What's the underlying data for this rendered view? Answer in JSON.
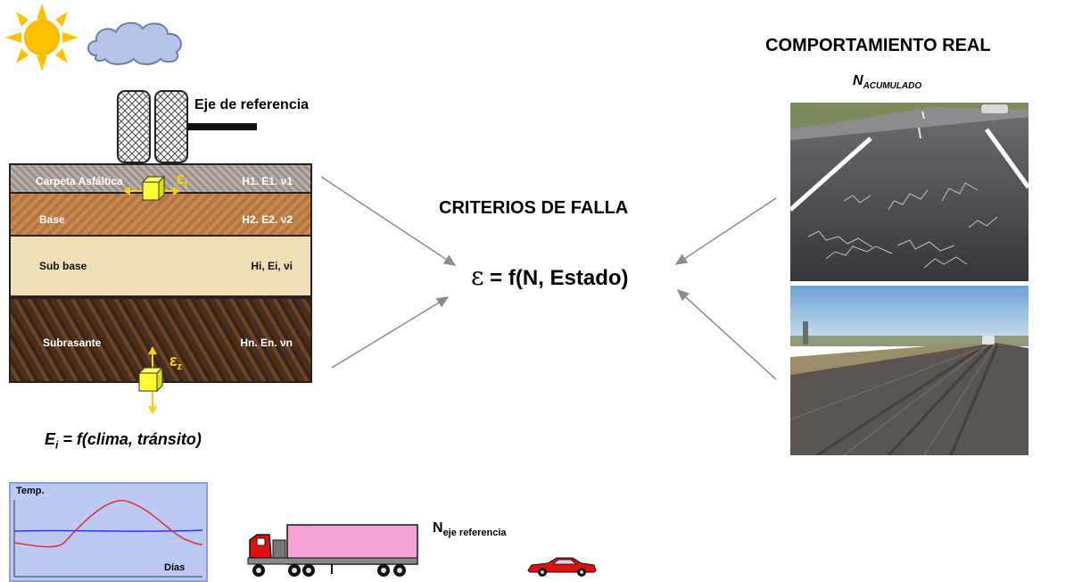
{
  "weather": {
    "sun_icon": "sun-icon",
    "cloud_icon": "cloud-icon"
  },
  "axle": {
    "label": "Eje de referencia",
    "icon": "dual-tire-icon"
  },
  "layers": [
    {
      "name": "Carpeta Asfáltica",
      "params": "H1. E1. ν1"
    },
    {
      "name": "Base",
      "params": "H2. E2. ν2"
    },
    {
      "name": "Sub base",
      "params": "Hi, Ei, νi"
    },
    {
      "name": "Subrasante",
      "params": "Hn. En. νn"
    }
  ],
  "strain_t": {
    "symbol": "ε",
    "sub": "t"
  },
  "strain_z": {
    "symbol": "ε",
    "sub": "z"
  },
  "modulus": {
    "prefix": "E",
    "sub": "i",
    "rest": " = f(clima, tránsito)"
  },
  "criteria": {
    "title": "CRITERIOS DE FALLA",
    "epsilon": "ε",
    "formula": " = f(N, Estado)"
  },
  "real": {
    "title": "COMPORTAMIENTO REAL",
    "n_label": "N",
    "n_sub": "ACUMULADO"
  },
  "temperature": {
    "ylabel": "Temp.",
    "xlabel": "Días"
  },
  "traffic": {
    "n_label": "N",
    "n_sub": "eje referencia",
    "truck_icon": "truck-icon",
    "car_icon": "sports-car-icon"
  },
  "colors": {
    "arrow_gray": "#8c8c8c",
    "strain_yellow": "#ffd400",
    "cube_yellow": "#ffff33",
    "truck_pink": "#f4a3d4",
    "truck_red": "#e01010",
    "chart_bg": "#bcc9f4"
  }
}
